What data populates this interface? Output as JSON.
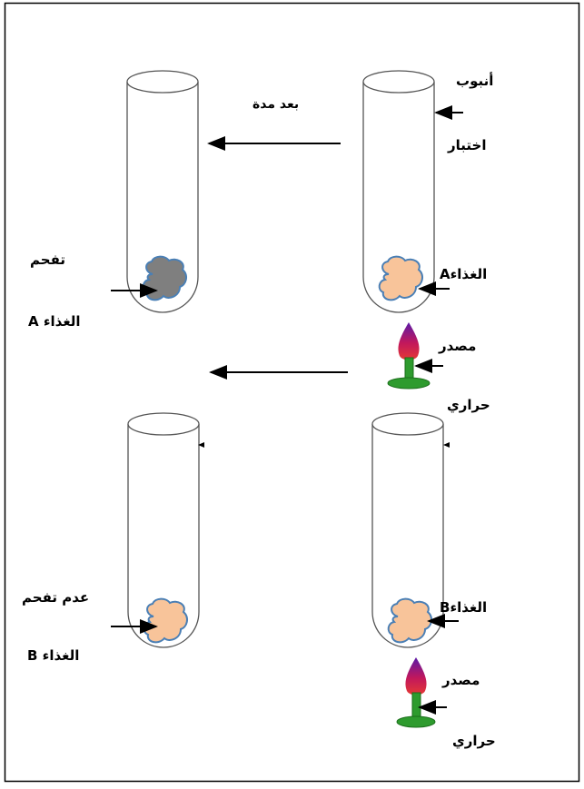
{
  "labels": {
    "test_tube_line1": "أنبوب",
    "test_tube_line2": "اختبار",
    "after_time": "بعد مدة",
    "food_a_right": "الغذاءA",
    "charring_line1": "تفحم",
    "charring_line2": "A  الغذاء",
    "heat_source_top_line1": "مصدر",
    "heat_source_top_line2": "حراري",
    "food_b_right": "الغذاءB",
    "no_charring_line1": "عدم تفحم",
    "no_charring_line2": "B  الغذاء",
    "heat_source_bottom_line1": "مصدر",
    "heat_source_bottom_line2": "حراري"
  },
  "colors": {
    "border": "#000000",
    "tube_stroke": "#555555",
    "food_fresh": "#f8c49a",
    "food_charred": "#7f7f7f",
    "food_outline": "#4a7fb5",
    "flame_top": "#6a1fa0",
    "flame_mid": "#d81b60",
    "flame_base": "#e53935",
    "burner": "#2e9b2e",
    "burner_dark": "#1b6e1b"
  }
}
